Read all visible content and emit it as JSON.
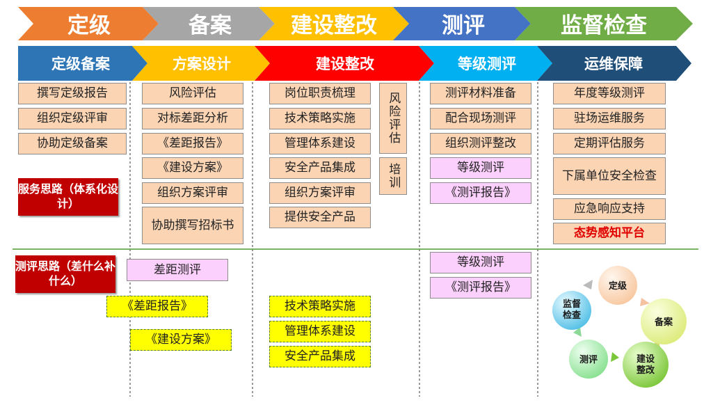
{
  "stages_top": [
    "定级",
    "备案",
    "建设整改",
    "测评",
    "监督检查"
  ],
  "stages_second": [
    "定级备案",
    "方案设计",
    "建设整改",
    "等级测评",
    "运维保障"
  ],
  "col_dingji": [
    "撰写定级报告",
    "组织定级评审",
    "协助定级备案"
  ],
  "col_fangan": [
    "风险评估",
    "对标差距分析",
    "《差距报告》",
    "《建设方案》",
    "组织方案评审",
    "协助撰写招标书"
  ],
  "col_jianshe": [
    "岗位职责梳理",
    "技术策略实施",
    "管理体系建设",
    "安全产品集成",
    "组织方案评审",
    "提供安全产品"
  ],
  "col_jianshe_side": [
    "风险评估",
    "培训"
  ],
  "col_cepin": [
    "测评材料准备",
    "配合现场测评",
    "组织测评整改",
    "等级测评",
    "《测评报告》"
  ],
  "col_yunwei": [
    "年度等级测评",
    "驻场运维服务",
    "定期评估服务",
    "下属单位安全检查",
    "应急响应支持",
    "态势感知平台"
  ],
  "label_service": "服务思路（体系化设计）",
  "label_assess": "测评思路（差什么补什么）",
  "assess_col1": [
    "差距测评",
    "《差距报告》",
    "《建设方案》"
  ],
  "assess_col3": [
    "技术策略实施",
    "管理体系建设",
    "安全产品集成"
  ],
  "assess_col4": [
    "等级测评",
    "《测评报告》"
  ],
  "cycle": [
    "定级",
    "备案",
    "建设整改",
    "测评",
    "监督检查"
  ],
  "colors": {
    "top": [
      "#ed7d31",
      "#a6a6a6",
      "#ffc000",
      "#4472c4",
      "#70ad47"
    ],
    "second": [
      "#2e75b6",
      "#ffc000",
      "#ff0000",
      "#00b0f0",
      "#1f4e79"
    ],
    "cycle": [
      "#fbd4b4",
      "#e9f5a0",
      "#92d050",
      "#9ee8a4",
      "#5bc5e8"
    ],
    "divider": "#4f9a2f",
    "red_label": "#c00000"
  }
}
